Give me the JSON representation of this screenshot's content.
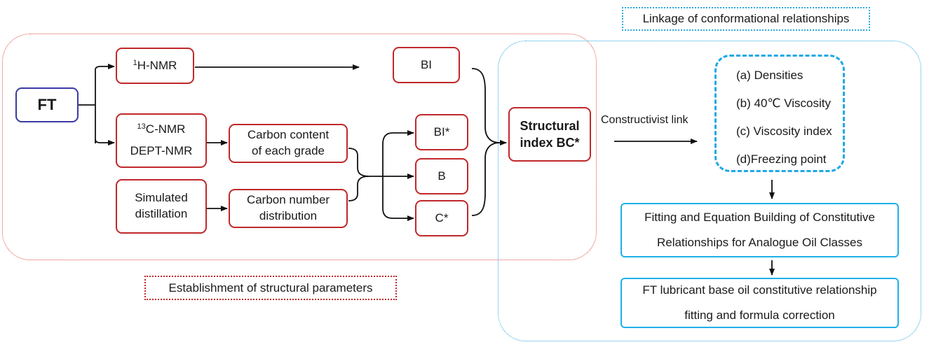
{
  "captions": {
    "linkage": "Linkage of conformational relationships",
    "establishment": "Establishment of structural parameters"
  },
  "nodes": {
    "ft": "FT",
    "h_nmr_sup": "1",
    "h_nmr": "H-NMR",
    "c_nmr_sup": "13",
    "c_nmr": "C-NMR",
    "dept_nmr": "DEPT-NMR",
    "sim_line1": "Simulated",
    "sim_line2": "distillation",
    "carbon_content_line1": "Carbon content",
    "carbon_content_line2": "of each grade",
    "carbon_number_line1": "Carbon number",
    "carbon_number_line2": "distribution",
    "bi": "BI",
    "bi_star": "BI*",
    "b": "B",
    "c_star": "C*",
    "structural_line1": "Structural",
    "structural_line2": "index BC*"
  },
  "edge_labels": {
    "constructivist": "Constructivist link"
  },
  "properties": [
    "(a) Densities",
    "(b) 40℃ Viscosity",
    "(c) Viscosity index",
    "(d)Freezing point"
  ],
  "fitting": {
    "line1": "Fitting and Equation Building of Constitutive",
    "line2": "Relationships for Analogue Oil Classes"
  },
  "correction": {
    "line1": "FT lubricant base oil constitutive relationship",
    "line2": "fitting and formula correction"
  }
}
